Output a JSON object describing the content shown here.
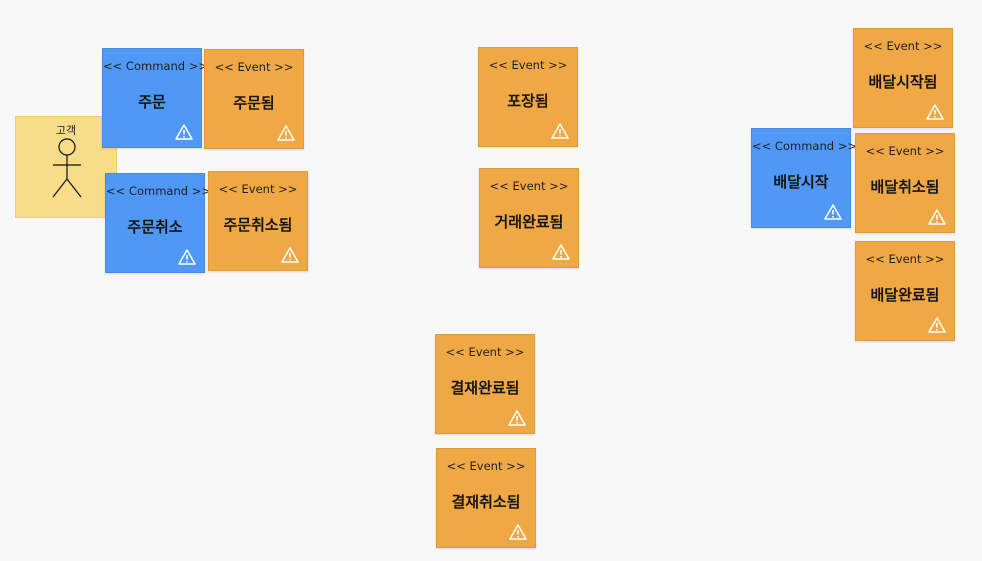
{
  "colors": {
    "event": "#f0a845",
    "command": "#4f98f6",
    "actor": "#f7dc8a",
    "background": "#f8f8f8"
  },
  "actor": {
    "label": "고객",
    "icon": "stick-figure-icon"
  },
  "stickies": {
    "cmd_order": {
      "stereotype": "<< Command >>",
      "name": "주문",
      "icon": "warning-icon"
    },
    "evt_ordered": {
      "stereotype": "<< Event >>",
      "name": "주문됨",
      "icon": "warning-icon"
    },
    "cmd_order_cancel": {
      "stereotype": "<< Command >>",
      "name": "주문취소",
      "icon": "warning-icon"
    },
    "evt_order_cancelled": {
      "stereotype": "<< Event >>",
      "name": "주문취소됨",
      "icon": "warning-icon"
    },
    "evt_packed": {
      "stereotype": "<< Event >>",
      "name": "포장됨",
      "icon": "warning-icon"
    },
    "evt_deal_completed": {
      "stereotype": "<< Event >>",
      "name": "거래완료됨",
      "icon": "warning-icon"
    },
    "evt_payment_done": {
      "stereotype": "<< Event >>",
      "name": "결재완료됨",
      "icon": "warning-icon"
    },
    "evt_payment_cancel": {
      "stereotype": "<< Event >>",
      "name": "결재취소됨",
      "icon": "warning-icon"
    },
    "evt_delivery_started": {
      "stereotype": "<< Event >>",
      "name": "배달시작됨",
      "icon": "warning-icon"
    },
    "cmd_delivery_start": {
      "stereotype": "<< Command >>",
      "name": "배달시작",
      "icon": "warning-icon"
    },
    "evt_delivery_cancel": {
      "stereotype": "<< Event >>",
      "name": "배달취소됨",
      "icon": "warning-icon"
    },
    "evt_delivery_done": {
      "stereotype": "<< Event >>",
      "name": "배달완료됨",
      "icon": "warning-icon"
    }
  }
}
